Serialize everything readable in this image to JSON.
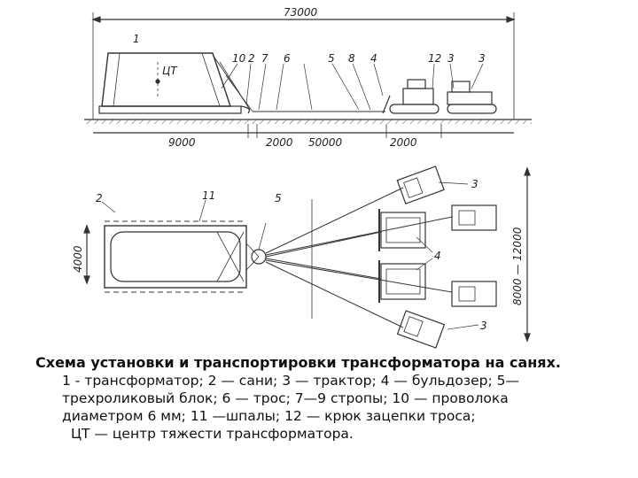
{
  "top_view": {
    "total_length": "73000",
    "dims_bottom": [
      "9000",
      "2000",
      "50000",
      "2000"
    ],
    "label_ct": "ЦТ",
    "callouts": [
      "1",
      "10",
      "2",
      "7",
      "6",
      "5",
      "8",
      "4",
      "12",
      "3",
      "3"
    ]
  },
  "plan_view": {
    "callouts": [
      "2",
      "11",
      "5",
      "3",
      "4",
      "3"
    ],
    "dim_left": "4000",
    "dim_right": "8000 — 12000"
  },
  "caption": {
    "title": "Схема установки и транспортировки трансформатора на санях.",
    "line1": "1  - трансформатор; 2 — сани; 3 — трактор; 4 — бульдозер; 5—",
    "line2": "трехроликовый блок; 6 — трос; 7—9 стропы; 10 — проволока",
    "line3": "диаметром 6 мм; 11 —шпалы; 12 — крюк зацепки троса;",
    "line4": "ЦТ — центр тяжести трансформатора."
  }
}
